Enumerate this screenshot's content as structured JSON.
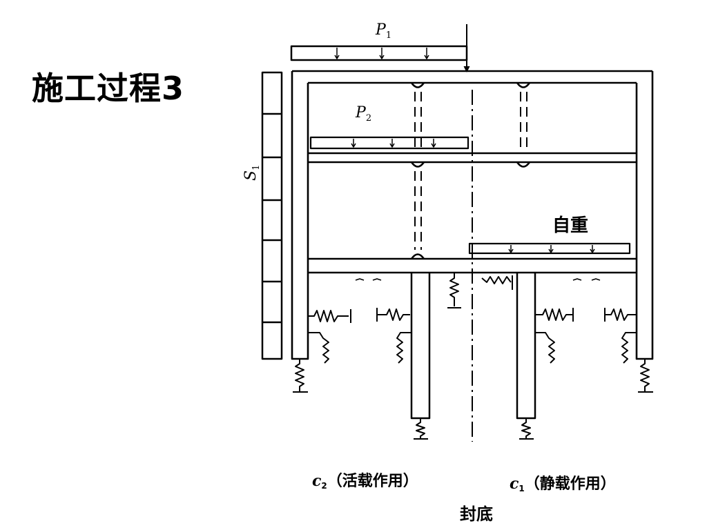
{
  "title": "施工过程3",
  "loads": {
    "p1": {
      "main": "P",
      "sub": "1"
    },
    "p2": {
      "main": "P",
      "sub": "2"
    },
    "self_weight": "自重"
  },
  "side_label": {
    "main": "S",
    "sub": "1"
  },
  "columns": {
    "c2": {
      "main": "c",
      "sub": "2",
      "note": "（活载作用）"
    },
    "c1": {
      "main": "c",
      "sub": "1",
      "note": "（静载作用）"
    }
  },
  "bottom_label": "封底",
  "colors": {
    "ink": "#000000",
    "background": "#ffffff"
  }
}
